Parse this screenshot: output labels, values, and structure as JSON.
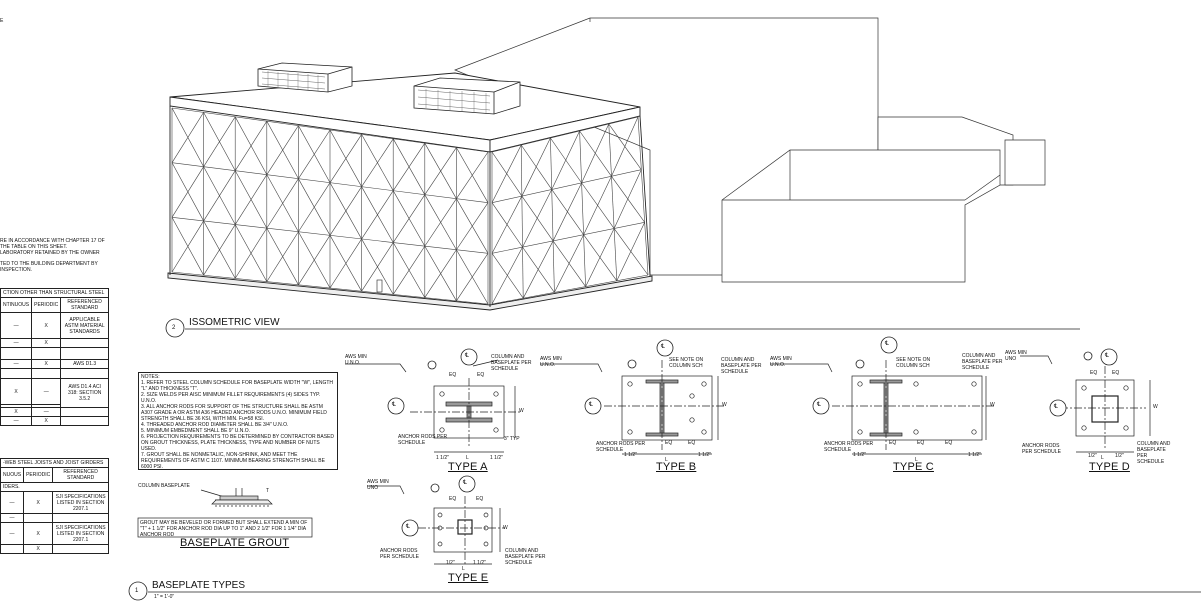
{
  "corner_text": "E",
  "isometric_view": {
    "number": "2",
    "title": "ISSOMETRIC VIEW"
  },
  "baseplate_types": {
    "number": "1",
    "title": "BASEPLATE TYPES",
    "scale": "1\" = 1'-0\""
  },
  "inspection_notes": {
    "lines": [
      "RE IN ACCORDANCE WITH CHAPTER 17 OF",
      "THE TABLE ON THIS SHEET.",
      "LABORATORY RETAINED BY THE OWNER",
      "",
      "TED TO THE BUILDING DEPARTMENT BY",
      "INSPECTION."
    ]
  },
  "table_1": {
    "title": "CTION OTHER THAN STRUCTURAL STEEL",
    "headers": [
      "NTINUOUS",
      "PERIODIC",
      "REFERENCED STANDARD"
    ],
    "rows": [
      [
        "—",
        "X",
        "APPLICABLE ASTM MATERIAL STANDARDS"
      ],
      [
        "—",
        "X",
        ""
      ],
      [
        "",
        "",
        ""
      ],
      [
        "—",
        "X",
        "AWS D1.3"
      ],
      [
        "",
        "",
        ""
      ],
      [
        "X",
        "—",
        ""
      ],
      [
        "",
        "",
        "AWS D1.4 ACI 318: SECTION 3.5.2"
      ],
      [
        "X",
        "—",
        ""
      ],
      [
        "—",
        "X",
        ""
      ]
    ]
  },
  "table_2": {
    "title": "-WEB STEEL JOISTS AND JOIST GIRDERS",
    "headers": [
      "NUOUS",
      "PERIODIC",
      "REFERENCED STANDARD"
    ],
    "subtitle": "IDERS.",
    "rows": [
      [
        "—",
        "X",
        "SJI SPECIFICATIONS LISTED IN SECTION 2207.1"
      ],
      [
        "—",
        "",
        ""
      ],
      [
        "—",
        "X",
        "SJI SPECIFICATIONS LISTED IN SECTION 2207.1"
      ],
      [
        "",
        "X",
        ""
      ]
    ]
  },
  "notes": {
    "heading": "NOTES:",
    "items": [
      "1.  REFER TO STEEL COLUMN SCHEDULE FOR BASEPLATE WIDTH \"W\", LENGTH \"L\" AND THICKNESS \"T\".",
      "2.  SIZE WELDS PER AISC MINIMUM FILLET REQUIREMENTS (4) SIDES TYP. U.N.O.",
      "3.  ALL ANCHOR RODS FOR SUPPORT OF THE STRUCTURE SHALL BE ASTM A307 GRADE A OR ASTM A36 HEADED ANCHOR RODS U.N.O. MINIMUM FIELD STRENGTH SHALL BE 36 KSI, WITH MIN. Fu=58 KSI.",
      "4.  THREADED ANCHOR ROD DIAMETER SHALL BE 3/4\" U.N.O.",
      "5.  MINIMUM EMBEDMENT SHALL BE 9\" U.N.O.",
      "6.  PROJECTION REQUIREMENTS TO BE DETERMINED BY CONTRACTOR BASED ON GROUT THICKNESS, PLATE THICKNESS, TYPE AND NUMBER OF NUTS USED.",
      "7.  GROUT SHALL BE NONMETALIC, NON-SHRINK, AND MEET THE REQUIREMENTS OF ASTM C 1107. MINIMUM BEARING STRENGTH SHALL BE 6000 PSI."
    ]
  },
  "grout": {
    "column_baseplate": "COLUMN BASEPLATE",
    "note": "GROUT MAY BE BEVELED OR FORMED BUT SHALL EXTEND A MIN OF \"T\" + 1 1/2\" FOR ANCHOR ROD DIA UP TO 1\" AND 2 1/2\" FOR 1 1/4\" DIA ANCHOR ROD",
    "title": "BASEPLATE GROUT",
    "t_label": "T"
  },
  "details": {
    "type_a": "TYPE A",
    "type_b": "TYPE B",
    "type_c": "TYPE C",
    "type_d": "TYPE D",
    "type_e": "TYPE E",
    "aws_min": "AWS MIN U.N.O.",
    "aws_min_uno": "AWS MIN UNO",
    "column_baseplate_per_schedule": "COLUMN AND BASEPLATE PER SCHEDULE",
    "anchor_rods_per_schedule": "ANCHOR RODS PER SCHEDULE",
    "see_note_column_sch": "SEE NOTE ON COLUMN SCH",
    "eq": "EQ",
    "w": "W",
    "l": "L",
    "one_half": "1 1/2\"",
    "half": "1/2\"",
    "three_typ": "3\" TYP",
    "cl": "℄"
  }
}
